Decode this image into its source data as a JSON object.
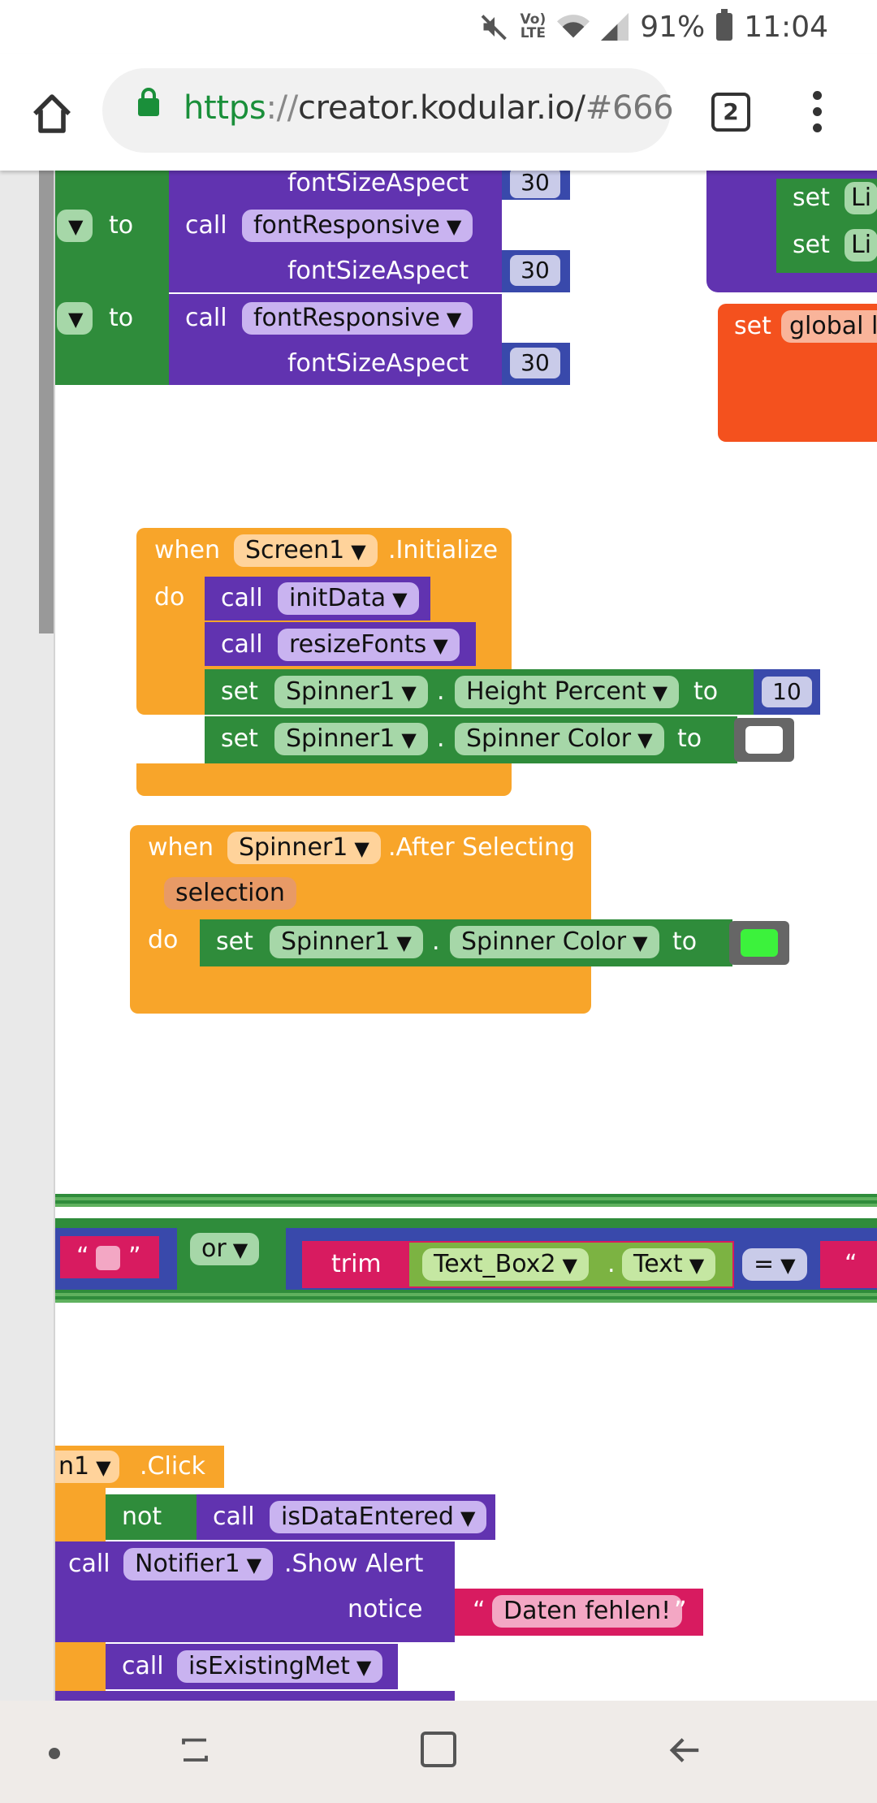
{
  "status_bar": {
    "battery": "91%",
    "time": "11:04",
    "network_label_top": "Vo)",
    "network_label_bottom": "LTE"
  },
  "browser": {
    "url_scheme": "https",
    "url_sep": "://",
    "url_host": "creator.kodular.io/",
    "url_fragment": "#666",
    "tab_count": "2"
  },
  "blocks": {
    "top": {
      "font_size_aspect": "fontSizeAspect",
      "call": "call",
      "to": "to",
      "procedure": "fontResponsive",
      "value": "30",
      "set": "set",
      "right_set_partial": "Li",
      "global_set": "set",
      "global_var_partial": "global l"
    },
    "screen_init": {
      "when": "when",
      "component": "Screen1",
      "event": ".Initialize",
      "do": "do",
      "call": "call",
      "proc1": "initData",
      "proc2": "resizeFonts",
      "set": "set",
      "spinner": "Spinner1",
      "dot": ".",
      "prop1": "Height Percent",
      "to": "to",
      "prop1_value": "10",
      "prop2": "Spinner Color"
    },
    "spinner_after": {
      "when": "when",
      "component": "Spinner1",
      "event": ".After Selecting",
      "param": "selection",
      "do": "do",
      "set": "set",
      "dot": ".",
      "prop": "Spinner Color",
      "to": "to"
    },
    "condition": {
      "or": "or",
      "trim": "trim",
      "component": "Text_Box2",
      "dot": ".",
      "prop": "Text",
      "op": "="
    },
    "click": {
      "component_partial": "n1",
      "event": ".Click",
      "not": "not",
      "call": "call",
      "proc1": "isDataEntered",
      "notifier": "Notifier1",
      "method": ".Show Alert",
      "notice": "notice",
      "message": "Daten fehlen!",
      "proc2": "isExistingMet"
    }
  },
  "colors": {
    "event_orange": "#f8a52a",
    "procedure_purple": "#6133b0",
    "setter_green": "#2f8c3b",
    "math_blue": "#3949ab",
    "text_red": "#d81b60",
    "variable_orange": "#f4511e",
    "white_swatch": "#ffffff",
    "green_swatch": "#3cf23c"
  },
  "icons": {
    "status": [
      "mute-icon",
      "wifi-icon",
      "signal-icon",
      "battery-icon"
    ],
    "browser": [
      "home-icon",
      "lock-icon",
      "tabs-icon",
      "menu-icon"
    ],
    "nav": [
      "nav-dot-icon",
      "recent-apps-icon",
      "home-square-icon",
      "back-icon"
    ]
  }
}
